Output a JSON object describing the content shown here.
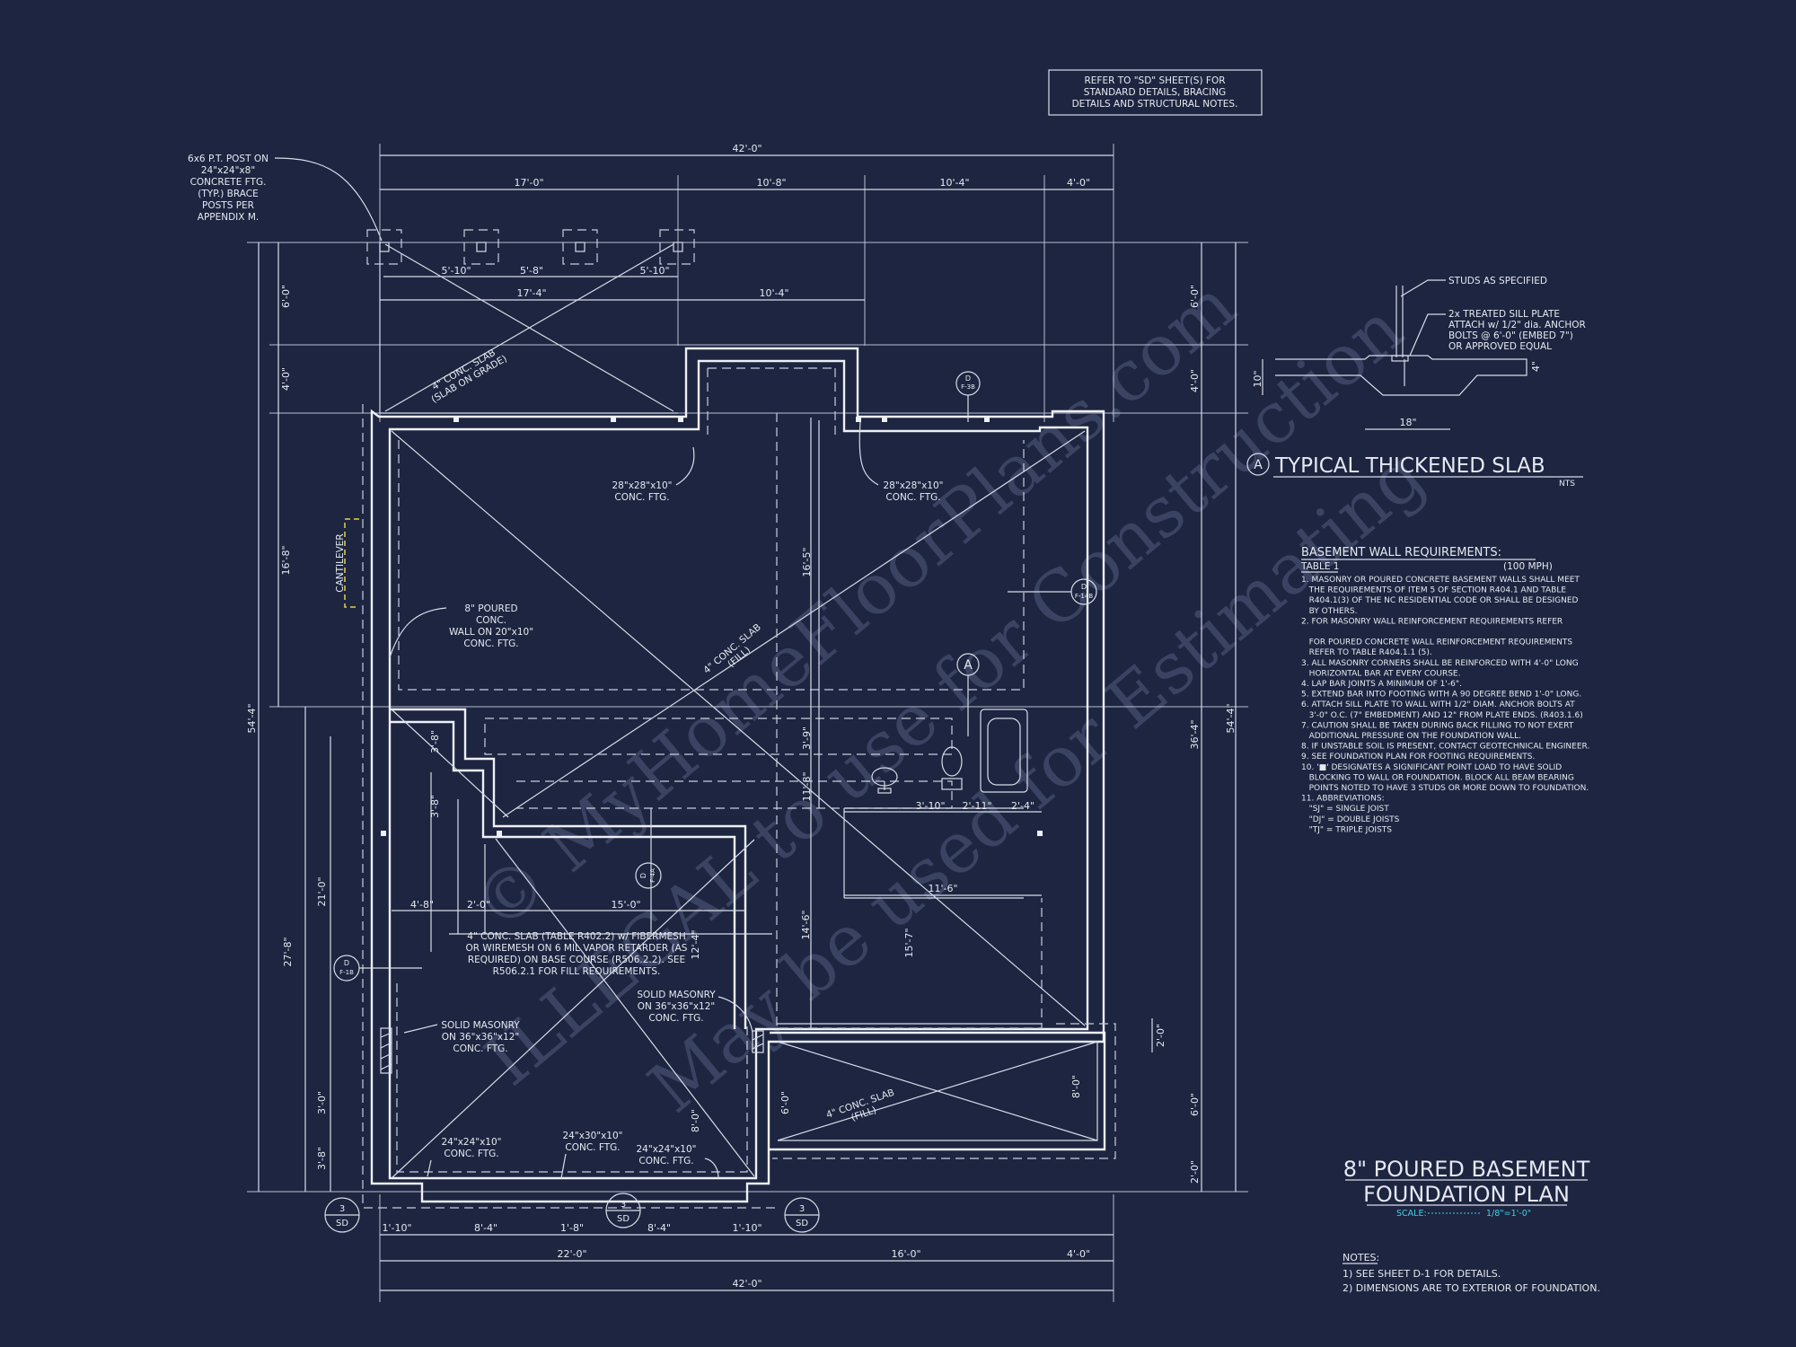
{
  "refer_box": {
    "lines": [
      "REFER TO \"SD\" SHEET(S) FOR",
      "STANDARD DETAILS, BRACING",
      "DETAILS AND STRUCTURAL NOTES."
    ]
  },
  "post_note": {
    "lines": [
      "6x6 P.T. POST ON",
      "24\"x24\"x8\"",
      "CONCRETE FTG.",
      "(TYP.) BRACE",
      "POSTS PER",
      "APPENDIX M."
    ]
  },
  "dims": {
    "top_overall": "42'-0\"",
    "top_1": "17'-0\"",
    "top_2": "10'-8\"",
    "top_3": "10'-4\"",
    "top_4": "4'-0\"",
    "post_1": "5'-10\"",
    "post_2": "5'-8\"",
    "post_3": "5'-10\"",
    "deck_1": "17'-4\"",
    "deck_2": "10'-4\"",
    "left_1": "6'-0\"",
    "left_2": "4'-0\"",
    "left_3": "16'-8\"",
    "left_overall": "54'-4\"",
    "left_4": "21'-0\"",
    "left_5": "27'-8\"",
    "left_6": "3'-0\"",
    "left_7": "3'-8\"",
    "right_1": "6'-0\"",
    "right_2": "4'-0\"",
    "right_3": "36'-4\"",
    "right_overall": "54'-4\"",
    "right_4": "2'-0\"",
    "right_5": "6'-0\"",
    "right_6": "2'-0\"",
    "int_1": "16'-5\"",
    "int_2": "3'-9\"",
    "int_3": "11'-8\"",
    "int_4": "3'-10\"",
    "int_5": "2'-11\"",
    "int_6": "2'-4\"",
    "int_7": "11'-6\"",
    "int_8": "14'-6\"",
    "int_9": "15'-7\"",
    "int_10": "12'-4\"",
    "int_11": "8'-0\"",
    "int_12": "6'-0\"",
    "int_13": "8'-0\"",
    "int_14": "4'-8\"",
    "int_15": "2'-0\"",
    "int_16": "15'-0\"",
    "int_17": "3'-8\"",
    "int_18": "3'-8\"",
    "bot_1": "1'-10\"",
    "bot_2": "8'-4\"",
    "bot_3": "1'-8\"",
    "bot_4": "8'-4\"",
    "bot_5": "1'-10\"",
    "bot_6": "22'-0\"",
    "bot_7": "16'-0\"",
    "bot_8": "4'-0\"",
    "bot_overall": "42'-0\""
  },
  "labels": {
    "porch_slab": [
      "4\" CONC. SLAB",
      "(SLAB ON GRADE)"
    ],
    "ftg_left": [
      "28\"x28\"x10\"",
      "CONC. FTG."
    ],
    "ftg_right": [
      "28\"x28\"x10\"",
      "CONC. FTG."
    ],
    "cantilever": "CANTILEVER",
    "wall_note": [
      "8\" POURED",
      "CONC.",
      "WALL ON 20\"x10\"",
      "CONC. FTG."
    ],
    "fill_slab": [
      "4\" CONC. SLAB",
      "(FILL)"
    ],
    "slab_note": [
      "4\" CONC. SLAB (TABLE R402.2) w/ FIBERMESH",
      "OR WIREMESH ON 6 MIL VAPOR RETARDER (AS",
      "REQUIRED) ON BASE COURSE (R506.2.2). SEE",
      "R506.2.1 FOR FILL REQUIREMENTS."
    ],
    "masonry_left": [
      "SOLID MASONRY",
      "ON 36\"x36\"x12\"",
      "CONC. FTG."
    ],
    "masonry_right": [
      "SOLID MASONRY",
      "ON 36\"x36\"x12\"",
      "CONC. FTG."
    ],
    "ftg_bl": [
      "24\"x24\"x10\"",
      "CONC. FTG."
    ],
    "ftg_bm": [
      "24\"x30\"x10\"",
      "CONC. FTG."
    ],
    "ftg_br": [
      "24\"x24\"x10\"",
      "CONC. FTG."
    ],
    "garage_slab": [
      "4\" CONC. SLAB",
      "(FILL)"
    ]
  },
  "tags": {
    "d_f38": [
      "D",
      "F-3B"
    ],
    "d_f14b": [
      "D",
      "F-14B"
    ],
    "d_f1b": [
      "D",
      "F-1B"
    ],
    "d_f4a": [
      "D",
      "F-4A"
    ],
    "a": "A",
    "sd_1": [
      "3",
      "SD"
    ],
    "sd_2": [
      "3",
      "SD"
    ],
    "sd_3": [
      "3",
      "SD"
    ]
  },
  "detail": {
    "studs": "STUDS AS SPECIFIED",
    "sill": [
      "2x TREATED SILL PLATE",
      "ATTACH w/ 1/2\" dia. ANCHOR",
      "BOLTS @ 6'-0\" (EMBED 7\")",
      "OR APPROVED EQUAL"
    ],
    "dim_h": "10\"",
    "dim_w": "18\"",
    "dim_4": "4\"",
    "tag": "A",
    "title": "TYPICAL THICKENED SLAB",
    "nts": "NTS"
  },
  "requirements": {
    "title": "BASEMENT WALL REQUIREMENTS:",
    "table": "TABLE 1",
    "mph": "(100 MPH)",
    "lines": [
      "1. MASONRY OR POURED CONCRETE BASEMENT WALLS SHALL MEET",
      "   THE REQUIREMENTS OF ITEM 5 OF SECTION R404.1 AND TABLE",
      "   R404.1(3) OF THE NC RESIDENTIAL CODE OR SHALL BE DESIGNED",
      "   BY OTHERS.",
      "2. FOR MASONRY WALL REINFORCEMENT REQUIREMENTS REFER",
      "",
      "   FOR POURED CONCRETE WALL REINFORCEMENT REQUIREMENTS",
      "   REFER TO TABLE R404.1.1 (5).",
      "3. ALL MASONRY CORNERS SHALL BE REINFORCED WITH 4'-0\" LONG",
      "   HORIZONTAL BAR AT EVERY COURSE.",
      "4. LAP BAR JOINTS A MINIMUM OF 1'-6\".",
      "5. EXTEND BAR INTO FOOTING WITH A 90 DEGREE BEND 1'-0\" LONG.",
      "6. ATTACH SILL PLATE TO WALL WITH 1/2\" DIAM. ANCHOR BOLTS AT",
      "   3'-0\" O.C. (7\" EMBEDMENT) AND 12\" FROM PLATE ENDS. (R403.1.6)",
      "7. CAUTION SHALL BE TAKEN DURING BACK FILLING TO NOT EXERT",
      "   ADDITIONAL PRESSURE ON THE FOUNDATION WALL.",
      "8. IF UNSTABLE SOIL IS PRESENT, CONTACT GEOTECHNICAL ENGINEER.",
      "9. SEE FOUNDATION PLAN FOR FOOTING REQUIREMENTS.",
      "10. '■' DESIGNATES A SIGNIFICANT POINT LOAD TO HAVE SOLID",
      "   BLOCKING TO WALL OR FOUNDATION. BLOCK ALL BEAM BEARING",
      "   POINTS NOTED TO HAVE 3 STUDS OR MORE DOWN TO FOUNDATION.",
      "11. ABBREVIATIONS:",
      "   \"SJ\" = SINGLE JOIST",
      "   \"DJ\" = DOUBLE JOISTS",
      "   \"TJ\" = TRIPLE JOISTS"
    ]
  },
  "plan_title": {
    "line1": "8\" POURED BASEMENT",
    "line2": "FOUNDATION PLAN",
    "scale_label": "SCALE:",
    "scale_value": "1/8\"=1'-0\""
  },
  "notes": {
    "title": "NOTES:",
    "items": [
      "1) SEE SHEET D-1 FOR DETAILS.",
      "2) DIMENSIONS ARE TO EXTERIOR OF FOUNDATION."
    ]
  },
  "watermark": {
    "line1": "© MyHomeFloorPlans.com",
    "line2": "ILLEGAL to use for Construction",
    "line3": "May be used for Estimating"
  },
  "colors": {
    "background": "#1d2540",
    "linework": "#e6e9f2",
    "cantilever": "#e5d14a",
    "scale": "#3fd1e6",
    "watermark": "#3a4362"
  }
}
